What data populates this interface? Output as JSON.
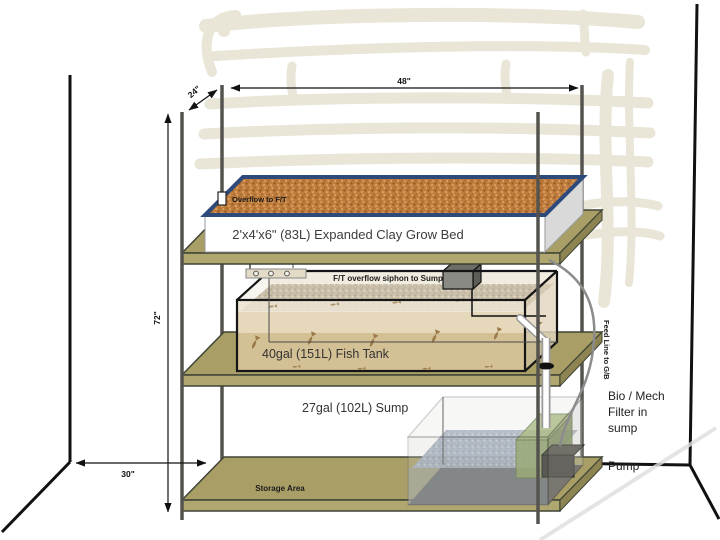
{
  "dimensions": {
    "width": "48\"",
    "depth_top": "24\"",
    "height": "72\"",
    "depth_floor": "30\""
  },
  "grow_bed": {
    "label": "2'x4'x6\" (83L) Expanded Clay Grow Bed",
    "overflow_label": "Overflow to F/T"
  },
  "fish_tank": {
    "label": "40gal (151L) Fish Tank",
    "siphon_label": "F/T overflow siphon to Sump"
  },
  "sump": {
    "label": "27gal (102L) Sump",
    "filter_lines": [
      "Bio / Mech",
      "Filter in",
      "sump"
    ],
    "pump_label": "Pump",
    "feed_line_label": "Feed Line to G/B"
  },
  "shelf": {
    "storage_label": "Storage Area"
  },
  "colors": {
    "clay": "#bf7c3c",
    "grow_bed_rim": "#2e4a7c",
    "shelf": "#a89e66",
    "tank_water": "#d4c095",
    "sump_water": "#a2aebe",
    "filter_green": "#8ba05e",
    "wall_art": "#e9e5d7"
  }
}
